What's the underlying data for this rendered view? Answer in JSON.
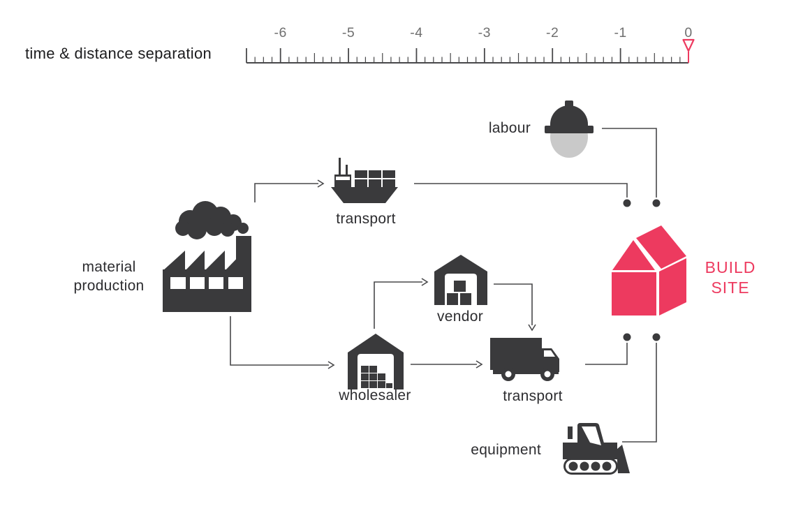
{
  "page": {
    "background": "#ffffff"
  },
  "ruler": {
    "title": "time & distance separation",
    "tick_labels": [
      "-6",
      "-5",
      "-4",
      "-3",
      "-2",
      "-1",
      "0"
    ],
    "range_min": -6.5,
    "range_max": 0,
    "minor_per_unit": 8,
    "marker_value": 0,
    "marker_color": "#ED3A5F"
  },
  "nodes": {
    "material_production": {
      "label": "material production"
    },
    "transport_ship": {
      "label": "transport"
    },
    "labour": {
      "label": "labour"
    },
    "vendor": {
      "label": "vendor"
    },
    "wholesaler": {
      "label": "wholesaler"
    },
    "transport_truck": {
      "label": "transport"
    },
    "equipment": {
      "label": "equipment"
    },
    "build_site": {
      "label": "BUILD SITE",
      "lines": [
        "BUILD",
        "SITE"
      ]
    }
  },
  "edges": [
    {
      "from": "material production",
      "to": "transport (ship)"
    },
    {
      "from": "transport (ship)",
      "to": "build site"
    },
    {
      "from": "labour",
      "to": "build site"
    },
    {
      "from": "material production",
      "to": "wholesaler"
    },
    {
      "from": "wholesaler",
      "to": "vendor"
    },
    {
      "from": "vendor",
      "to": "transport (truck)"
    },
    {
      "from": "wholesaler",
      "to": "transport (truck)"
    },
    {
      "from": "transport (truck)",
      "to": "build site"
    },
    {
      "from": "equipment",
      "to": "build site"
    }
  ],
  "colors": {
    "icon_dark": "#3A3A3C",
    "accent_pink": "#ED3A5F",
    "line_gray": "#48484a",
    "tick_label_gray": "#6F6F6F",
    "face_gray": "#C9C9C9"
  },
  "icons": [
    "factory-icon",
    "cargo-ship-icon",
    "hard-hat-worker-icon",
    "vendor-warehouse-icon",
    "wholesaler-warehouse-icon",
    "truck-icon",
    "bulldozer-icon",
    "build-site-house-icon",
    "ruler-marker-icon"
  ]
}
